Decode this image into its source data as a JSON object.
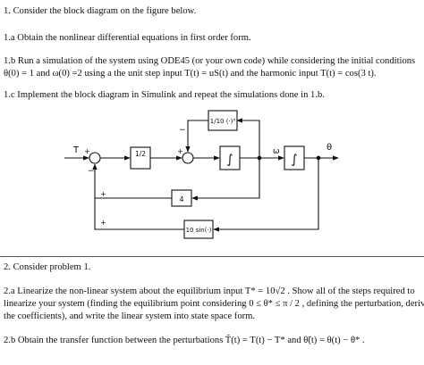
{
  "q1": "1.   Consider the block diagram on the figure below.",
  "q1a": "1.a   Obtain the nonlinear differential equations in first order form.",
  "q1b_line1": "1.b   Run a simulation of the system using ODE45 (or your own code) while considering the initial conditions",
  "q1b_line2": "θ(0) = 1 and ω(0) =2 using a the unit step input T(t) = uS(t) and the harmonic input T(t) = cos(3 t).",
  "q1c": "1.c   Implement the block diagram in Simulink and repeat the simulations done in 1.b.",
  "diagram": {
    "top_gain": "1/10 (·)³",
    "input_label": "T",
    "gain_half": "1/2",
    "integrator": "∫",
    "omega": "ω",
    "theta": "θ",
    "gain_four": "4",
    "sin_block": "10 sin(·)",
    "minus": "−",
    "plus": "+"
  },
  "q2": "2.   Consider problem 1.",
  "q2a_line1": "2.a   Linearize the non-linear system about the equilibrium input T* = 10√2 . Show all of the steps required to",
  "q2a_line2": "linearize your system (finding the equilibrium point considering 0 ≤ θ* ≤ π / 2 , defining the perturbation, deriving",
  "q2a_line3": "the coefficients), and write the linear system into state space form.",
  "q2b": "2.b   Obtain the transfer function between the perturbations T̃(t) = T(t) − T* and θ̃(t) = θ(t) − θ* ."
}
